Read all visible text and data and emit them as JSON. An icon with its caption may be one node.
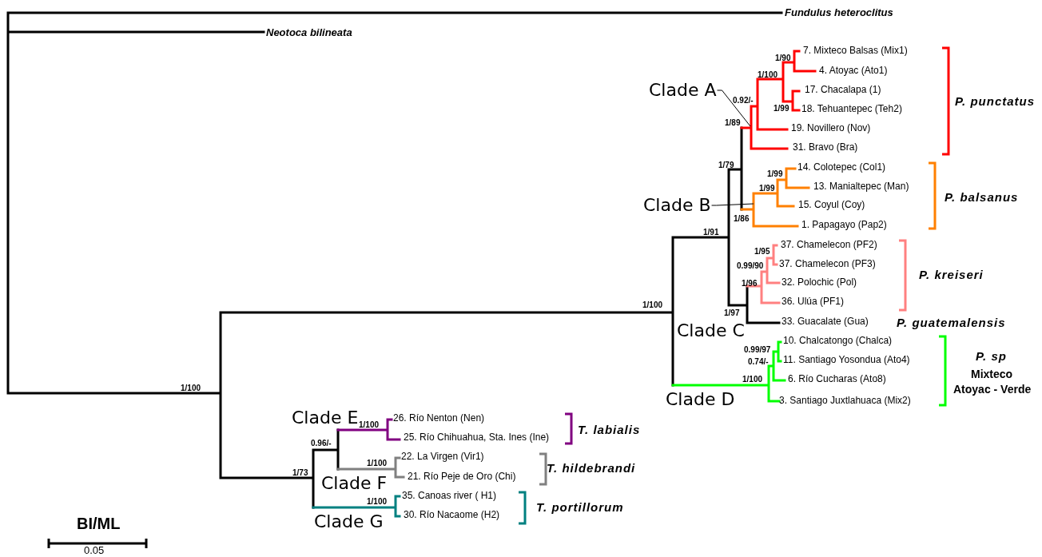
{
  "diagram": {
    "nodes": [
      {
        "text": [
          "Clade A"
        ]
      },
      {
        "text": [
          "Clade B"
        ]
      }
    ],
    "edges": [
      {
        "from": 0,
        "to": null,
        "arrow": "none"
      },
      {
        "from": 1,
        "to": null,
        "arrow": "none"
      }
    ],
    "labels": [
      "Fundulus heteroclitus",
      "Neotoca bilineata",
      "7. Mixteco Balsas (Mix1)",
      "1/90",
      "4. Atoyac (Ato1)",
      "1/100",
      "17. Chacalapa (1)",
      "0.92/-",
      "P. punctatus",
      "1/99",
      "18. Tehuantepec (Teh2)",
      "1/89",
      "19. Novillero (Nov)",
      "31. Bravo (Bra)",
      "1/79",
      "14. Colotepec (Col1)",
      "1/99",
      "13. Manialtepec (Man)",
      "1/99",
      "P. balsanus",
      "15. Coyul (Coy)",
      "1/86",
      "1. Papagayo (Pap2)",
      "1/91",
      "37. Chamelecon (PF2)",
      "1/95",
      "37. Chamelecon (PF3)",
      "0.99/90",
      "P. kreiseri",
      "1/96",
      "32. Polochic (Pol)",
      "36. Ulúa (PF1)",
      "1/100",
      "1/97",
      "33. Guacalate (Gua)",
      "P. guatemalensis",
      "Clade C",
      "10. Chalcatongo (Chalca)",
      "0.99/97",
      "P. sp",
      "11. Santiago Yosondua (Ato4)",
      "0.74/-",
      "Mixteco",
      "1/100",
      "6. Río Cucharas (Ato8)",
      "1/100",
      "Atoyac - Verde",
      "Clade D",
      "3. Santiago Juxtlahuaca (Mix2)",
      "Clade E",
      "26. Río Nenton (Nen)",
      "1/100",
      "T. labialis",
      "25. Río Chihuahua, Sta. Ines (Ine)",
      "0.96/-",
      "22. La Virgen (Vir1)",
      "1/100",
      "T. hildebrandi",
      "1/73",
      "21. Río Peje de Oro (Chi)",
      "Clade F",
      "35. Canoas river ( H1)",
      "1/100",
      "T. portillorum",
      "30. Río Nacaome (H2)",
      "Clade G",
      "BI/ML",
      "0.05"
    ]
  }
}
